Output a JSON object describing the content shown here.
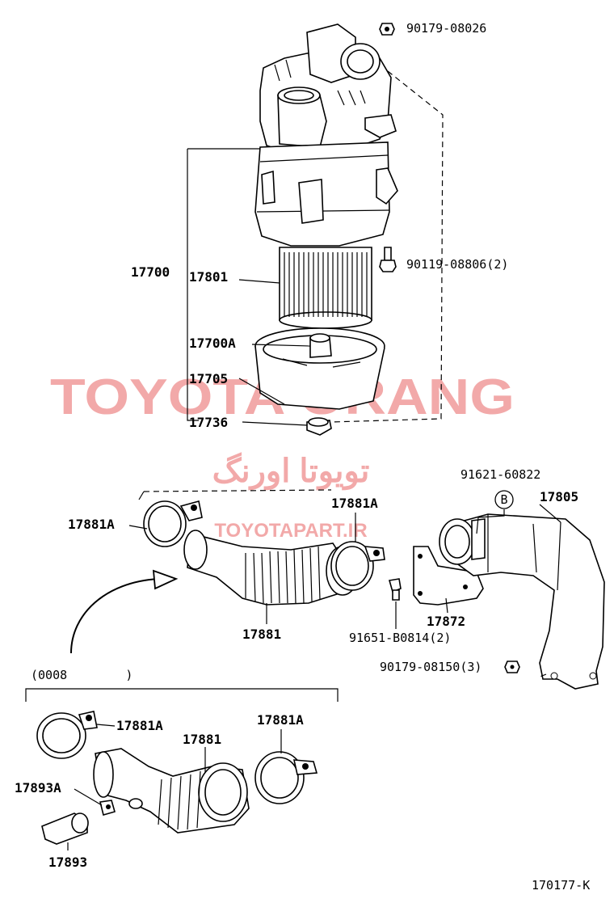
{
  "watermark": {
    "main": "TOYOTA ORANG",
    "persian": "تویوتا اورنگ",
    "site": "TOYOTAPART.IR"
  },
  "labels": {
    "p90179_08026": "90179-08026",
    "p17700": "17700",
    "p17801": "17801",
    "p90119_08806": "90119-08806(2)",
    "p17700a": "17700A",
    "p17705": "17705",
    "p17736": "17736",
    "p91621_60822": "91621-60822",
    "callout_b": "B",
    "p17805": "17805",
    "p17881a_left": "17881A",
    "p17881a_right": "17881A",
    "p17881": "17881",
    "p17872": "17872",
    "p91651_b0814": "91651-B0814(2)",
    "p90179_08150": "90179-08150(3)",
    "range_note": "(0008        )",
    "inset_17881a_left": "17881A",
    "inset_17881a_right": "17881A",
    "inset_17881": "17881",
    "p17893a": "17893A",
    "p17893": "17893",
    "figure_code": "170177-K"
  }
}
